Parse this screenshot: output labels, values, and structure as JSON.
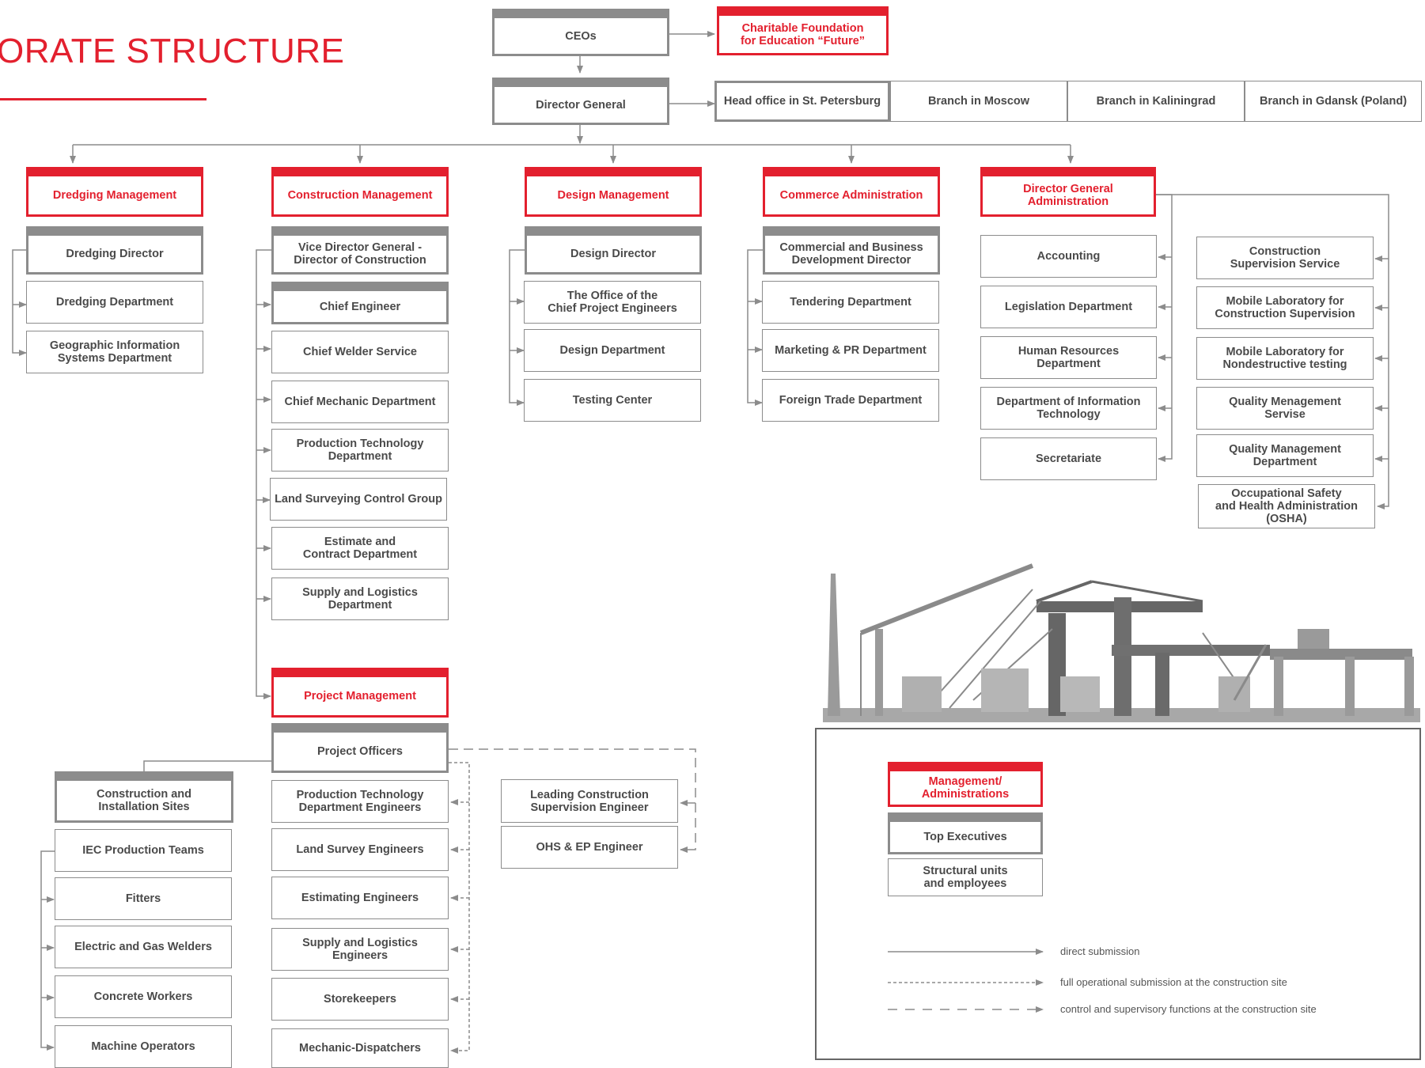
{
  "title": "ORATE STRUCTURE",
  "colors": {
    "accent": "#e3202e",
    "executive": "#8c8c8c",
    "text": "#4a4a4a"
  },
  "top": {
    "ceos": "CEOs",
    "foundation": "Charitable Foundation\nfor Education “Future”",
    "director_general": "Director General",
    "branches": [
      "Head office in St. Petersburg",
      "Branch in Moscow",
      "Branch in Kaliningrad",
      "Branch in Gdansk (Poland)"
    ]
  },
  "dredging": {
    "head": "Dredging Management",
    "director": "Dredging Director",
    "units": [
      "Dredging Department",
      "Geographic Information\nSystems Department"
    ]
  },
  "construction": {
    "head": "Construction Management",
    "director": "Vice Director General -\nDirector of Construction",
    "chief_engineer": "Chief Engineer",
    "units": [
      "Chief Welder Service",
      "Chief Mechanic Department",
      "Production Technology\nDepartment",
      "Land Surveying Control Group",
      "Estimate and\nContract Department",
      "Supply and Logistics Department"
    ]
  },
  "design": {
    "head": "Design Management",
    "director": "Design Director",
    "units": [
      "The Office of the\nChief Project Engineers",
      "Design Department",
      "Testing Center"
    ]
  },
  "commerce": {
    "head": "Commerce Administration",
    "director": "Commercial and Business\nDevelopment Director",
    "units": [
      "Tendering Department",
      "Marketing & PR Department",
      "Foreign Trade Department"
    ]
  },
  "dg_admin": {
    "head": "Director General\nAdministration",
    "left_units": [
      "Accounting",
      "Legislation Department",
      "Human Resources\nDepartment",
      "Department of Information\nTechnology",
      "Secretariate"
    ],
    "right_units": [
      "Construction\nSupervision Service",
      "Mobile Laboratory for\nConstruction Supervision",
      "Mobile Laboratory for\nNondestructive testing",
      "Quality Menagement\nServise",
      "Quality Management\nDepartment",
      "Occupational Safety\nand Health Administration\n(OSHA)"
    ]
  },
  "project": {
    "head": "Project Management",
    "officers": "Project Officers",
    "sites": "Construction and\nInstallation Sites",
    "site_units": [
      "IEC Production Teams",
      "Fitters",
      "Electric and Gas Welders",
      "Concrete Workers",
      "Machine Operators"
    ],
    "engineers": [
      "Production Technology\nDepartment Engineers",
      "Land Survey Engineers",
      "Estimating Engineers",
      "Supply and Logistics Engineers",
      "Storekeepers",
      "Mechanic-Dispatchers"
    ],
    "supervision": [
      "Leading Construction\nSupervision Engineer",
      "OHS & EP Engineer"
    ]
  },
  "legend": {
    "management": "Management/\nAdministrations",
    "top_exec": "Top Executives",
    "structural": "Structural units\nand employees",
    "direct": "direct submission",
    "full_operational": "full operational submission at the construction site",
    "control": "control and supervisory functions at the construction site"
  }
}
